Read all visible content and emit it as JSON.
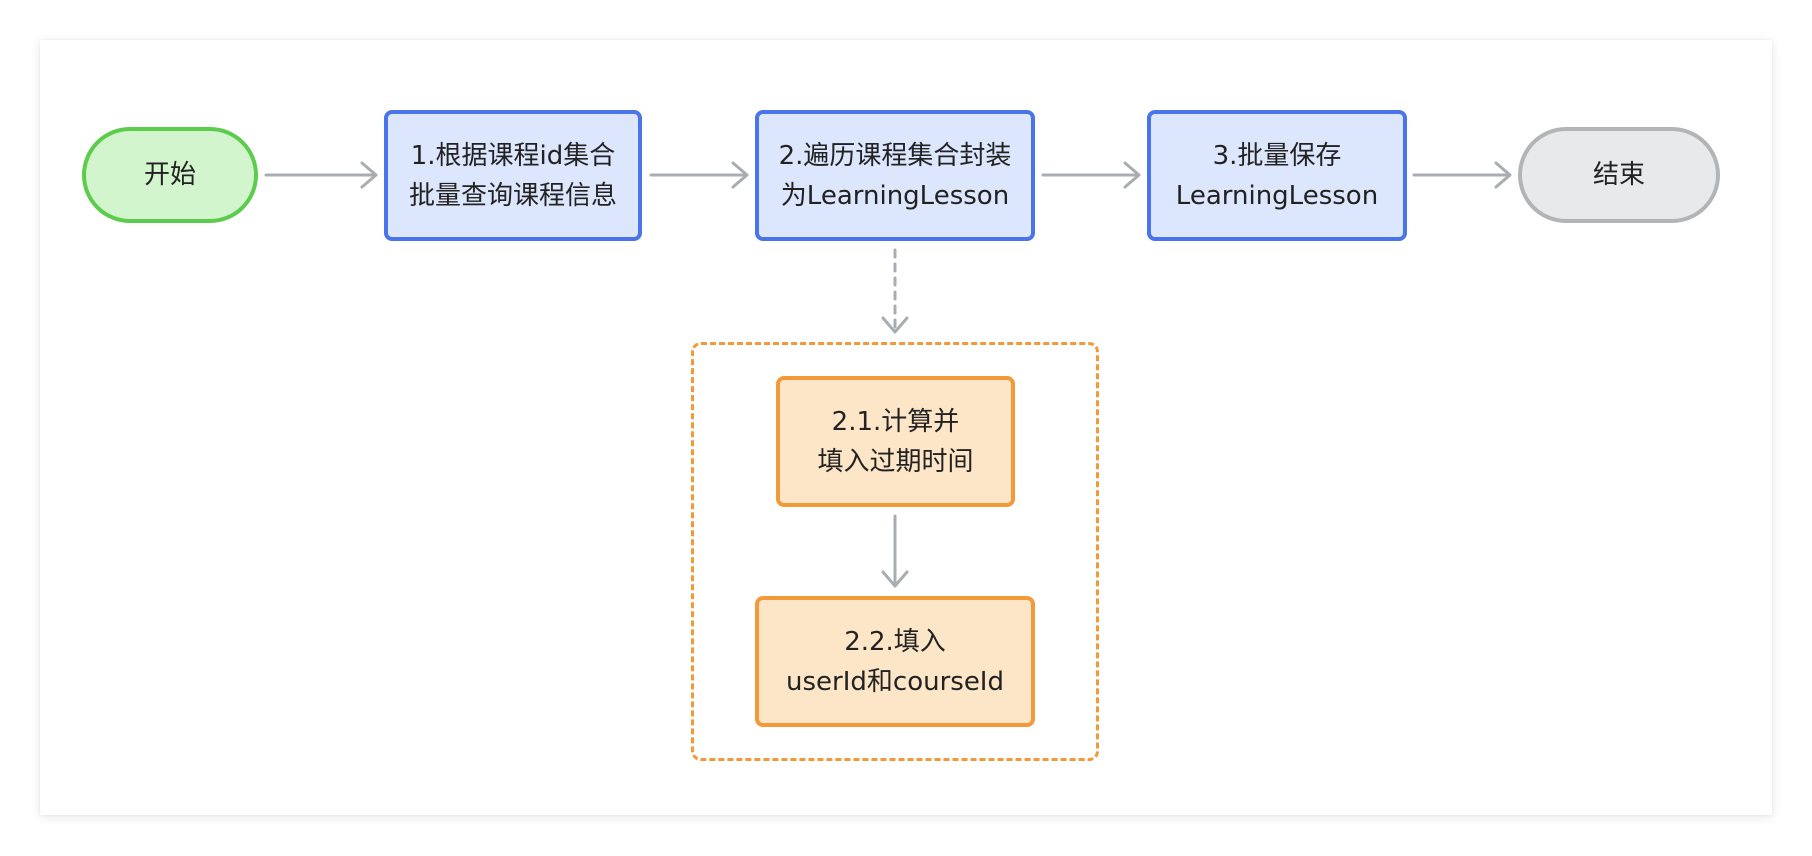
{
  "colors": {
    "start_fill": "#d3f5ce",
    "start_border": "#5ccc4c",
    "end_fill": "#e8e9eb",
    "end_border": "#b3b4b6",
    "process_fill": "#dce6fd",
    "process_border": "#4a74ea",
    "sub_fill": "#fde5c7",
    "sub_border": "#f29a38",
    "group_border": "#f29a38",
    "arrow": "#a9adb2"
  },
  "nodes": {
    "start": "开始",
    "step1": "1.根据课程id集合\n批量查询课程信息",
    "step2": "2.遍历课程集合封装\n为LearningLesson",
    "step3": "3.批量保存\nLearningLesson",
    "end": "结束",
    "sub1": "2.1.计算并\n填入过期时间",
    "sub2": "2.2.填入\nuserId和courseId"
  },
  "edges": [
    {
      "from": "start",
      "to": "step1",
      "style": "solid"
    },
    {
      "from": "step1",
      "to": "step2",
      "style": "solid"
    },
    {
      "from": "step2",
      "to": "step3",
      "style": "solid"
    },
    {
      "from": "step3",
      "to": "end",
      "style": "solid"
    },
    {
      "from": "step2",
      "to": "sub-process-group",
      "style": "dashed"
    },
    {
      "from": "sub1",
      "to": "sub2",
      "style": "solid"
    }
  ]
}
